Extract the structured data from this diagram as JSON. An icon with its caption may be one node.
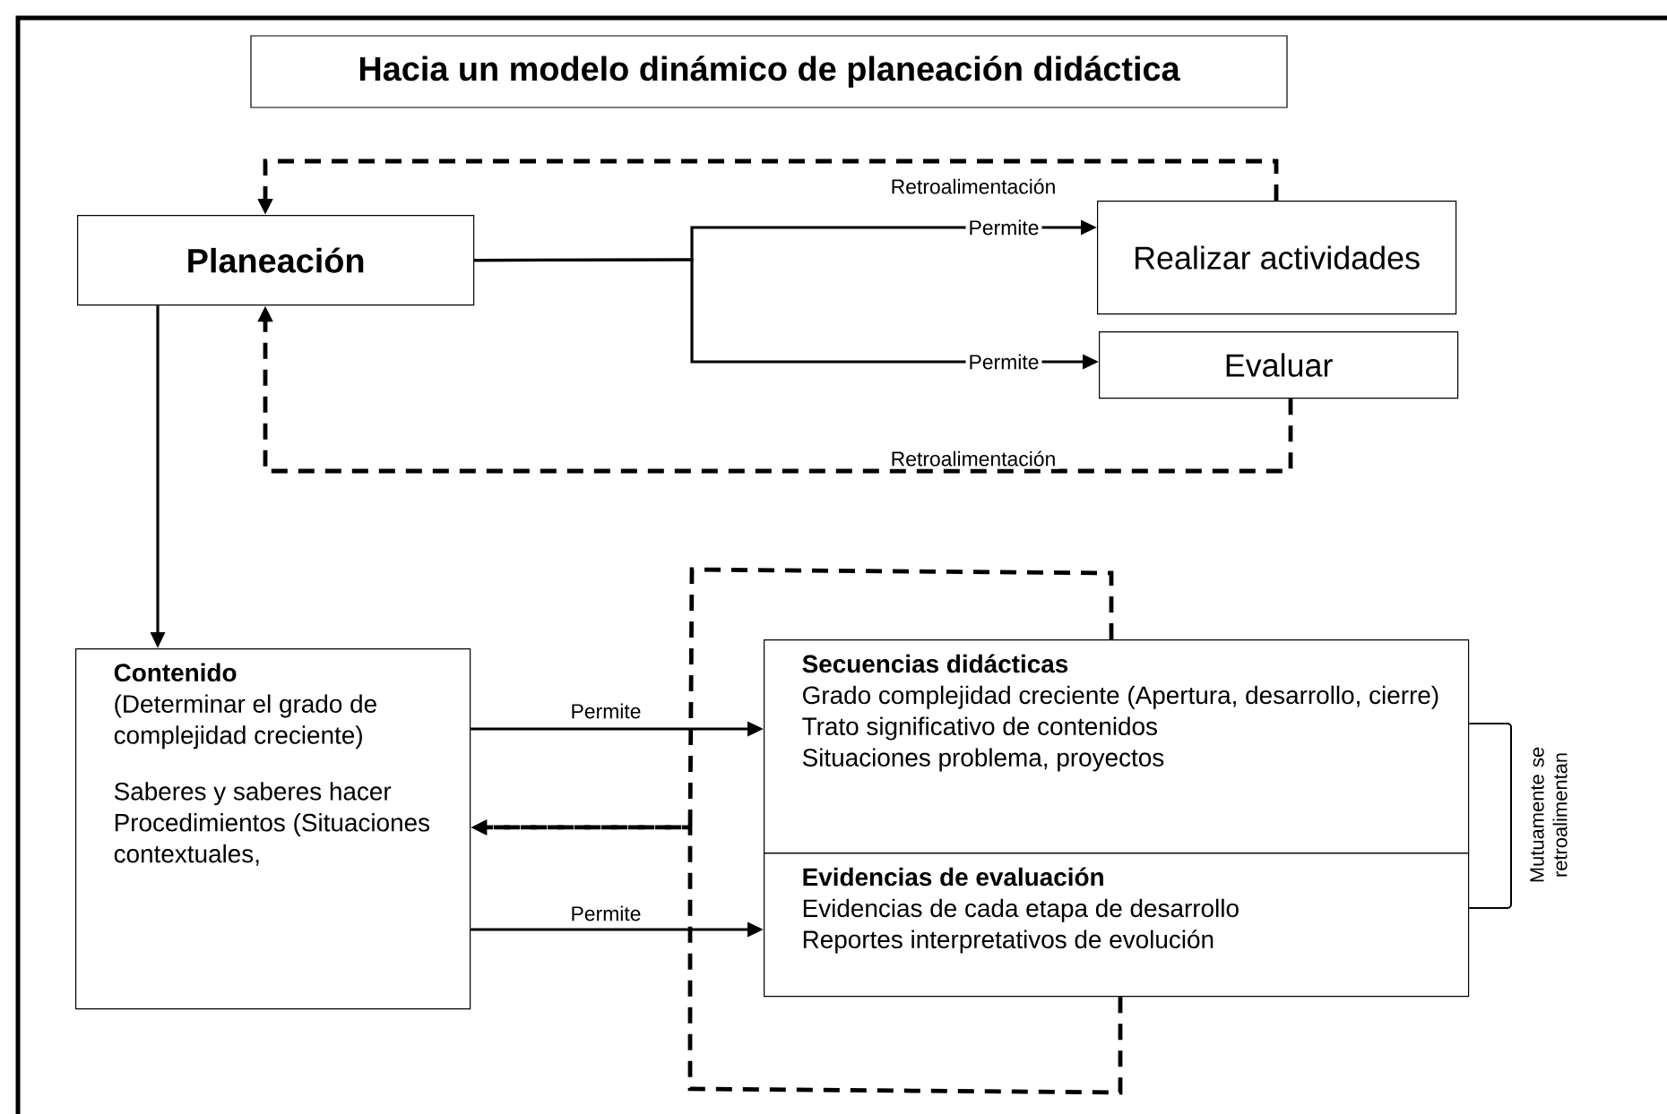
{
  "diagram": {
    "title": "Hacia un modelo dinámico de planeación didáctica",
    "nodes": [
      {
        "text": [
          "Planeación"
        ]
      },
      {
        "text": [
          "Realizar actividades"
        ]
      },
      {
        "text": [
          "Evaluar"
        ]
      },
      {
        "text": [
          "Contenido",
          "(Determinar el grado de complejidad creciente)",
          "Saberes y saberes hacer Procedimientos (Situaciones contextuales,"
        ]
      },
      {
        "text": [
          "Secuencias didácticas",
          "Grado complejidad creciente (Apertura, desarrollo, cierre)",
          "Trato significativo de contenidos",
          "Situaciones problema, proyectos"
        ]
      },
      {
        "text": [
          "Evidencias de evaluación",
          "Evidencias de cada etapa de desarrollo",
          "Reportes interpretativos de evolución"
        ]
      }
    ],
    "edges": [
      {
        "from": 0,
        "to": 1,
        "arrow": "to",
        "label": "Permite"
      },
      {
        "from": 0,
        "to": 2,
        "arrow": "to",
        "label": "Permite"
      },
      {
        "from": 1,
        "to": 0,
        "arrow": "to",
        "style": "dashed",
        "label": "Retroalimentación"
      },
      {
        "from": 2,
        "to": 0,
        "arrow": "to",
        "style": "dashed",
        "label": "Retroalimentación"
      },
      {
        "from": 0,
        "to": 3,
        "arrow": "to"
      },
      {
        "from": 3,
        "to": 4,
        "arrow": "to",
        "label": "Permite"
      },
      {
        "from": 3,
        "to": 5,
        "arrow": "to",
        "label": "Permite"
      },
      {
        "from": 4,
        "to": 3,
        "arrow": "to",
        "style": "dashed"
      },
      {
        "from": 5,
        "to": 3,
        "arrow": "to",
        "style": "dashed"
      },
      {
        "from": 4,
        "to": 5,
        "arrow": "none",
        "label": "Mutuamente se retroalimentan"
      }
    ]
  }
}
